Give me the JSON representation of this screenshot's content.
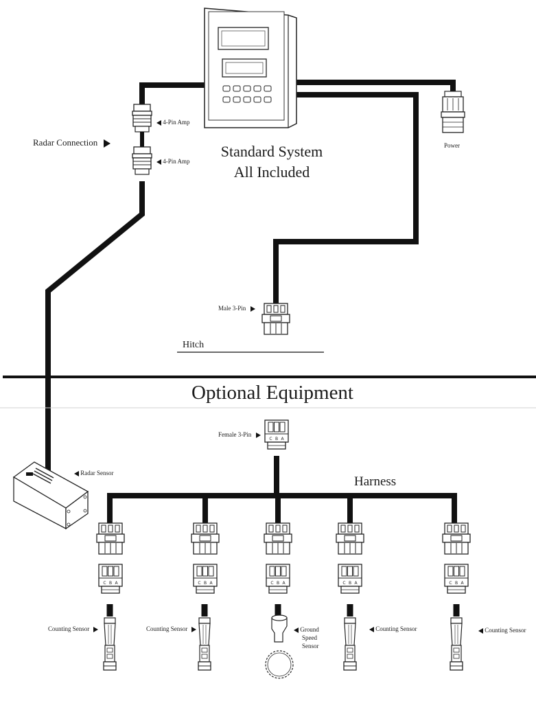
{
  "labels": {
    "radar_connection": "Radar Connection",
    "amp_top": "4-Pin Amp",
    "amp_bottom": "4-Pin Amp",
    "power": "Power",
    "standard_system_line1": "Standard System",
    "standard_system_line2": "All Included",
    "male_3pin": "Male 3-Pin",
    "hitch": "Hitch",
    "optional_equipment": "Optional Equipment",
    "female_3pin": "Female 3-Pin",
    "radar_sensor": "Radar Sensor",
    "harness": "Harness",
    "counting_sensor_1": "Counting Sensor",
    "counting_sensor_2": "Counting Sensor",
    "ground_speed_line1": "Ground",
    "ground_speed_line2": "Speed",
    "ground_speed_line3": "Sensor",
    "counting_sensor_4": "Counting Sensor",
    "counting_sensor_5": "Counting Sensor"
  },
  "colors": {
    "ink": "#111111",
    "outline": "#333333",
    "gray_line": "#d0d0d0"
  }
}
